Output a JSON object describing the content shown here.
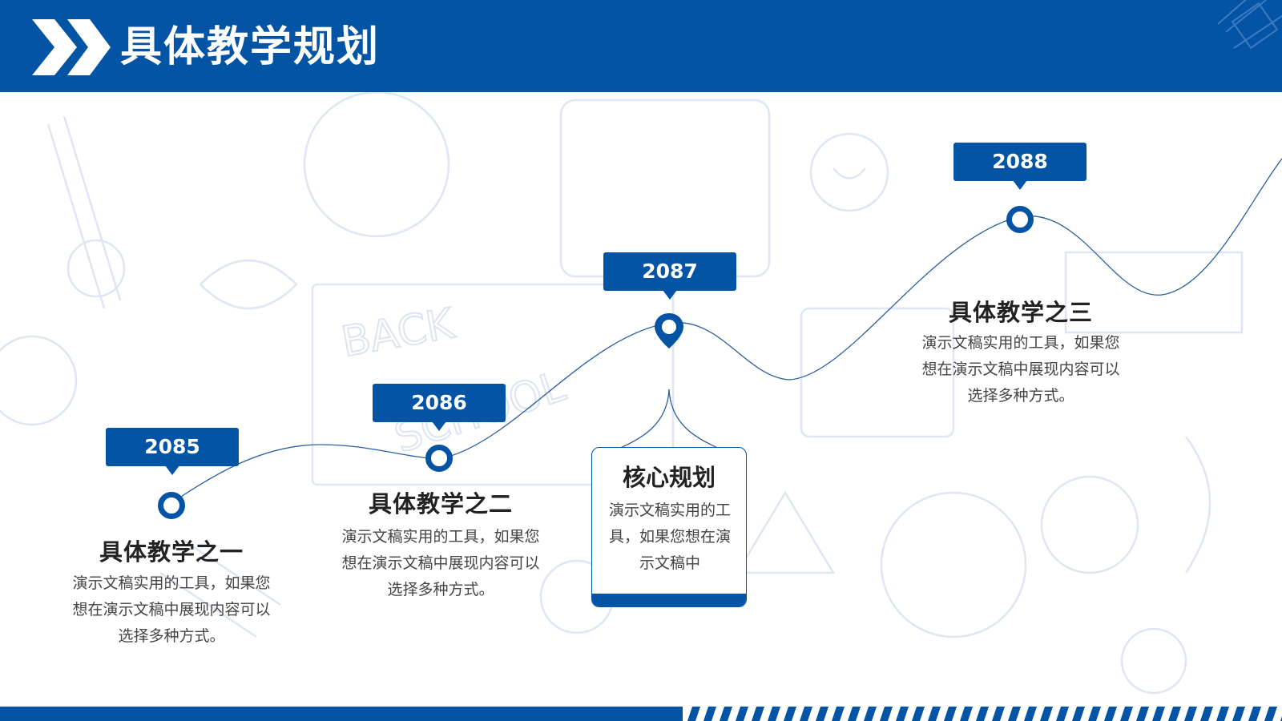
{
  "header": {
    "title": "具体教学规划"
  },
  "timeline": [
    {
      "year": "2085",
      "title": "具体教学之一",
      "desc": "演示文稿实用的工具，如果您想在演示文稿中展现内容可以选择多种方式。"
    },
    {
      "year": "2086",
      "title": "具体教学之二",
      "desc": "演示文稿实用的工具，如果您想在演示文稿中展现内容可以选择多种方式。"
    },
    {
      "year": "2087",
      "title": "核心规划",
      "desc": "演示文稿实用的工具，如果您想在演示文稿中"
    },
    {
      "year": "2088",
      "title": "具体教学之三",
      "desc": "演示文稿实用的工具，如果您想在演示文稿中展现内容可以选择多种方式。"
    }
  ],
  "colors": {
    "accent": "#0454a6",
    "text": "#222222",
    "muted": "#444444"
  },
  "icons": [
    "chevron-right-icon",
    "location-pin-icon"
  ]
}
